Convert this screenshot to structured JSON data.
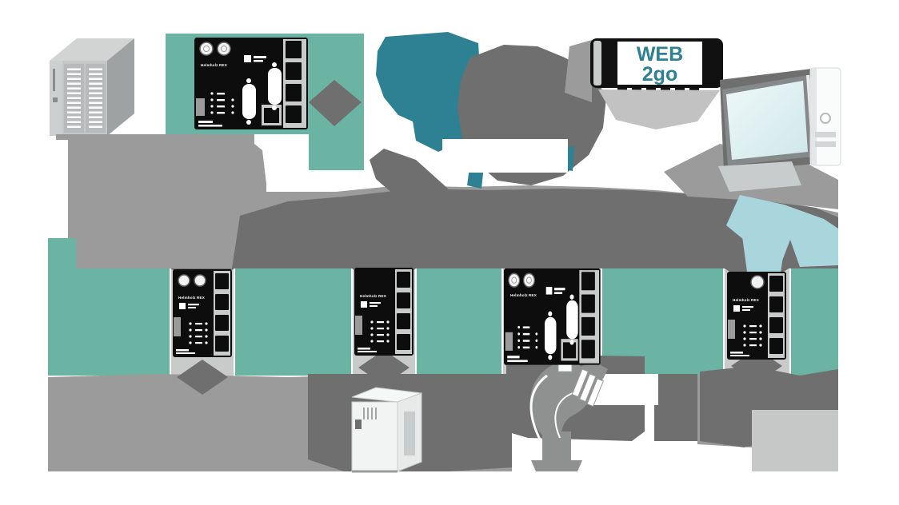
{
  "colors": {
    "teal": "#6BB3A2",
    "teal_dark": "#2E8192",
    "light_blue": "#A9D5DC",
    "gray_dark": "#6F6F6F",
    "gray_mid": "#9B9B9B",
    "gray_light": "#C9CACA",
    "device_black": "#0D0D0D",
    "screen_blue": "#D9EDEE",
    "white": "#FFFFFF"
  },
  "web2go_device": {
    "screen_line1": "WEB",
    "screen_line2": "2go"
  },
  "routers": {
    "brand": "Helmholz",
    "series": "REX",
    "faceplate_label": "Helmholz REX"
  },
  "nodes": {
    "plc": "plc-controller",
    "router_top_left": "rex-router-top",
    "internet_cloud": "internet-cloud",
    "web2go": "web2go-mobile-device",
    "desktop_pc": "desktop-pc",
    "routers_row": [
      "rex-router-1",
      "rex-router-2",
      "rex-router-3",
      "rex-router-4"
    ],
    "machines": [
      "machine-silhouette-left",
      "control-cabinet",
      "robot-arm",
      "machine-silhouette-right"
    ]
  }
}
